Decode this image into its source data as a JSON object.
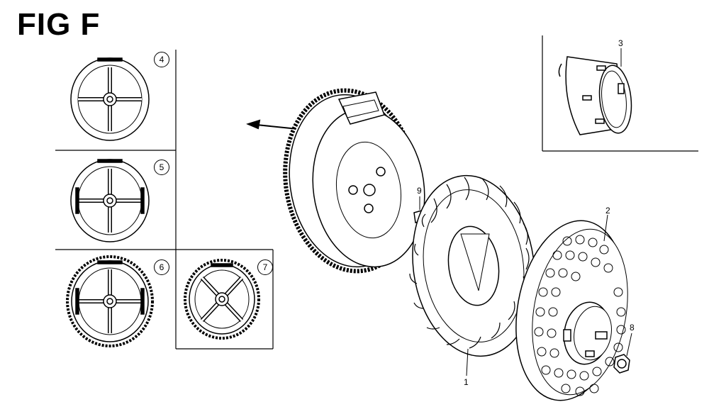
{
  "figure": {
    "title": "FIG F"
  },
  "callouts": {
    "c1": "1",
    "c2": "2",
    "c3": "3",
    "c4": "4",
    "c5": "5",
    "c6": "6",
    "c7": "7",
    "c8": "8",
    "c9": "9"
  },
  "colors": {
    "line": "#000000",
    "background": "#ffffff"
  }
}
